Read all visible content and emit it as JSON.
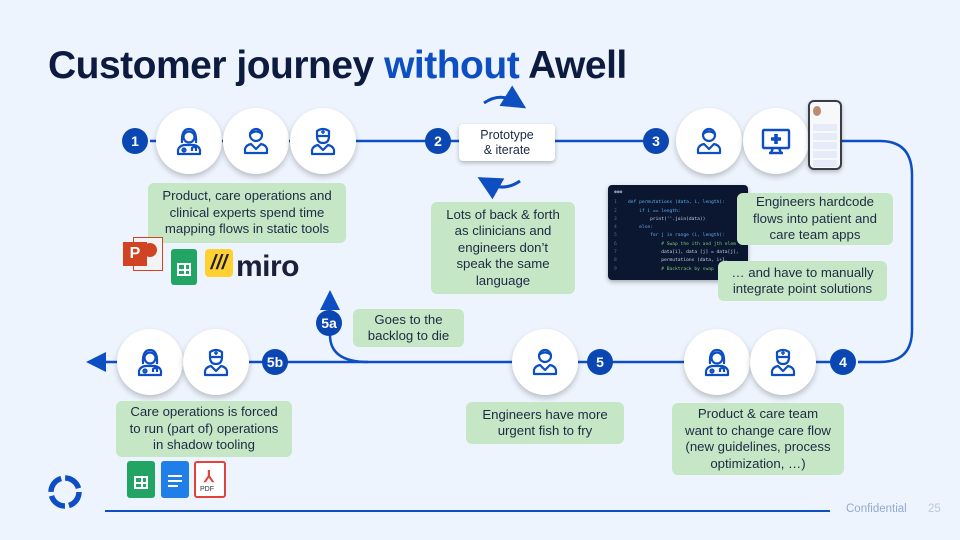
{
  "slide": {
    "title_part1": "Customer journey",
    "title_accent": "without",
    "title_part2": "Awell",
    "confidential": "Confidential",
    "page_number": "25"
  },
  "colors": {
    "background": "#eef4fd",
    "accent": "#0d4fc2",
    "badge": "#0a47b3",
    "note": "#c5e7c6",
    "title": "#0c1b3f"
  },
  "steps": {
    "s1": {
      "badge": "1",
      "icons": [
        "female-doctor-icon",
        "person-icon",
        "nurse-icon"
      ],
      "note": "Product, care operations and\nclinical experts spend time\nmapping flows in static tools",
      "tools": [
        "powerpoint-logo",
        "google-sheets-logo",
        "miro-logo"
      ],
      "tool_text": "miro"
    },
    "s2": {
      "badge": "2",
      "box": "Prototype\n& iterate",
      "note": "Lots of back & forth\nas clinicians and\nengineers don’t\nspeak the same\nlanguage"
    },
    "s3": {
      "badge": "3",
      "icons": [
        "person-icon",
        "monitor-medical-icon"
      ],
      "note": "Engineers hardcode\nflows into patient and\ncare team apps",
      "note2": "… and have to manually\nintegrate point solutions"
    },
    "s4": {
      "badge": "4",
      "icons": [
        "female-doctor-icon",
        "nurse-icon"
      ],
      "note": "Product & care team\nwant to change care flow\n(new guidelines, process\noptimization, …)"
    },
    "s5": {
      "badge": "5",
      "icons": [
        "person-icon"
      ],
      "note": "Engineers have more\nurgent fish to fry"
    },
    "s5a": {
      "badge": "5a",
      "note": "Goes to the\nbacklog to die"
    },
    "s5b": {
      "badge": "5b",
      "icons": [
        "female-doctor-icon",
        "nurse-icon"
      ],
      "note": "Care operations is forced\nto run (part of) operations\nin shadow tooling",
      "tools": [
        "google-sheets-logo",
        "google-docs-logo",
        "pdf-logo"
      ],
      "pdf_label": "PDF"
    }
  },
  "code_snippet": [
    "def permutations (data, i, length):",
    "    if i == length:",
    "        print(''.join(data))",
    "    else:",
    "        for j in range (i, length):",
    "            # Swap the ith and jth elem",
    "            data[i], data [j] = data[j],",
    "            permutations (data, i+1,",
    "            # Backtrack by swap"
  ]
}
